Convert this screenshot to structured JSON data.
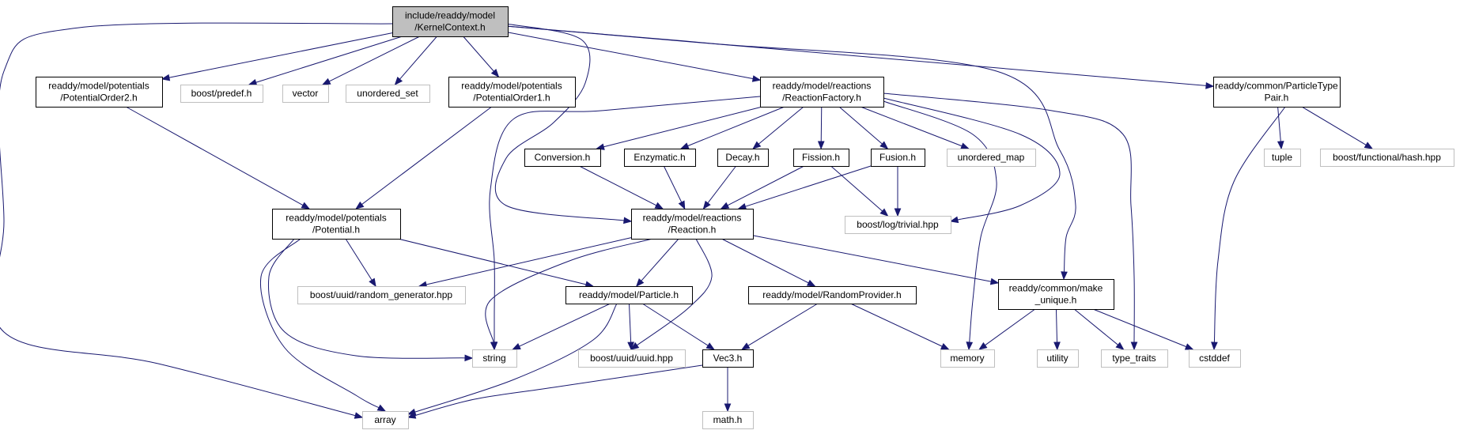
{
  "colors": {
    "edge": "#191970",
    "root_fill": "#bfbfbf",
    "internal_border": "#000000",
    "external_border": "#bfbfbf"
  },
  "nodes": [
    {
      "id": "kernelcontext",
      "kind": "root",
      "lines": [
        "include/readdy/model",
        "/KernelContext.h"
      ]
    },
    {
      "id": "potentialorder2",
      "kind": "internal",
      "lines": [
        "readdy/model/potentials",
        "/PotentialOrder2.h"
      ]
    },
    {
      "id": "boost-predef",
      "kind": "external",
      "lines": [
        "boost/predef.h"
      ]
    },
    {
      "id": "vector",
      "kind": "external",
      "lines": [
        "vector"
      ]
    },
    {
      "id": "unordered-set",
      "kind": "external",
      "lines": [
        "unordered_set"
      ]
    },
    {
      "id": "potentialorder1",
      "kind": "internal",
      "lines": [
        "readdy/model/potentials",
        "/PotentialOrder1.h"
      ]
    },
    {
      "id": "reactionfactory",
      "kind": "internal",
      "lines": [
        "readdy/model/reactions",
        "/ReactionFactory.h"
      ]
    },
    {
      "id": "particletypepair",
      "kind": "internal",
      "lines": [
        "readdy/common/ParticleType",
        "Pair.h"
      ]
    },
    {
      "id": "conversion",
      "kind": "internal",
      "lines": [
        "Conversion.h"
      ]
    },
    {
      "id": "enzymatic",
      "kind": "internal",
      "lines": [
        "Enzymatic.h"
      ]
    },
    {
      "id": "decay",
      "kind": "internal",
      "lines": [
        "Decay.h"
      ]
    },
    {
      "id": "fission",
      "kind": "internal",
      "lines": [
        "Fission.h"
      ]
    },
    {
      "id": "fusion",
      "kind": "internal",
      "lines": [
        "Fusion.h"
      ]
    },
    {
      "id": "unordered-map",
      "kind": "external",
      "lines": [
        "unordered_map"
      ]
    },
    {
      "id": "tuple",
      "kind": "external",
      "lines": [
        "tuple"
      ]
    },
    {
      "id": "boost-hash",
      "kind": "external",
      "lines": [
        "boost/functional/hash.hpp"
      ]
    },
    {
      "id": "potential",
      "kind": "internal",
      "lines": [
        "readdy/model/potentials",
        "/Potential.h"
      ]
    },
    {
      "id": "reaction",
      "kind": "internal",
      "lines": [
        "readdy/model/reactions",
        "/Reaction.h"
      ]
    },
    {
      "id": "boost-log-trivial",
      "kind": "external",
      "lines": [
        "boost/log/trivial.hpp"
      ]
    },
    {
      "id": "boost-uuid-random",
      "kind": "external",
      "lines": [
        "boost/uuid/random_generator.hpp"
      ]
    },
    {
      "id": "particle",
      "kind": "internal",
      "lines": [
        "readdy/model/Particle.h"
      ]
    },
    {
      "id": "randomprovider",
      "kind": "internal",
      "lines": [
        "readdy/model/RandomProvider.h"
      ]
    },
    {
      "id": "make-unique",
      "kind": "internal",
      "lines": [
        "readdy/common/make",
        "_unique.h"
      ]
    },
    {
      "id": "string",
      "kind": "external",
      "lines": [
        "string"
      ]
    },
    {
      "id": "boost-uuid",
      "kind": "external",
      "lines": [
        "boost/uuid/uuid.hpp"
      ]
    },
    {
      "id": "vec3",
      "kind": "internal",
      "lines": [
        "Vec3.h"
      ]
    },
    {
      "id": "memory",
      "kind": "external",
      "lines": [
        "memory"
      ]
    },
    {
      "id": "utility",
      "kind": "external",
      "lines": [
        "utility"
      ]
    },
    {
      "id": "type-traits",
      "kind": "external",
      "lines": [
        "type_traits"
      ]
    },
    {
      "id": "cstddef",
      "kind": "external",
      "lines": [
        "cstddef"
      ]
    },
    {
      "id": "array",
      "kind": "external",
      "lines": [
        "array"
      ]
    },
    {
      "id": "math",
      "kind": "external",
      "lines": [
        "math.h"
      ]
    }
  ],
  "edges": [
    [
      "kernelcontext",
      "array"
    ],
    [
      "kernelcontext",
      "potentialorder2"
    ],
    [
      "kernelcontext",
      "boost-predef"
    ],
    [
      "kernelcontext",
      "vector"
    ],
    [
      "kernelcontext",
      "unordered-set"
    ],
    [
      "kernelcontext",
      "potentialorder1"
    ],
    [
      "kernelcontext",
      "reactionfactory"
    ],
    [
      "kernelcontext",
      "particletypepair"
    ],
    [
      "kernelcontext",
      "reaction"
    ],
    [
      "kernelcontext",
      "make-unique"
    ],
    [
      "potentialorder2",
      "potential"
    ],
    [
      "potentialorder1",
      "potential"
    ],
    [
      "reactionfactory",
      "conversion"
    ],
    [
      "reactionfactory",
      "enzymatic"
    ],
    [
      "reactionfactory",
      "decay"
    ],
    [
      "reactionfactory",
      "fission"
    ],
    [
      "reactionfactory",
      "fusion"
    ],
    [
      "reactionfactory",
      "unordered-map"
    ],
    [
      "reactionfactory",
      "string"
    ],
    [
      "reactionfactory",
      "boost-log-trivial"
    ],
    [
      "reactionfactory",
      "memory"
    ],
    [
      "reactionfactory",
      "type-traits"
    ],
    [
      "particletypepair",
      "tuple"
    ],
    [
      "particletypepair",
      "boost-hash"
    ],
    [
      "particletypepair",
      "cstddef"
    ],
    [
      "conversion",
      "reaction"
    ],
    [
      "enzymatic",
      "reaction"
    ],
    [
      "decay",
      "reaction"
    ],
    [
      "fission",
      "reaction"
    ],
    [
      "fission",
      "boost-log-trivial"
    ],
    [
      "fusion",
      "reaction"
    ],
    [
      "fusion",
      "boost-log-trivial"
    ],
    [
      "potential",
      "boost-uuid-random"
    ],
    [
      "potential",
      "particle"
    ],
    [
      "potential",
      "string"
    ],
    [
      "potential",
      "array"
    ],
    [
      "reaction",
      "boost-uuid-random"
    ],
    [
      "reaction",
      "particle"
    ],
    [
      "reaction",
      "randomprovider"
    ],
    [
      "reaction",
      "make-unique"
    ],
    [
      "reaction",
      "string"
    ],
    [
      "reaction",
      "boost-uuid"
    ],
    [
      "particle",
      "string"
    ],
    [
      "particle",
      "boost-uuid"
    ],
    [
      "particle",
      "vec3"
    ],
    [
      "particle",
      "array"
    ],
    [
      "randomprovider",
      "vec3"
    ],
    [
      "randomprovider",
      "memory"
    ],
    [
      "make-unique",
      "memory"
    ],
    [
      "make-unique",
      "utility"
    ],
    [
      "make-unique",
      "type-traits"
    ],
    [
      "make-unique",
      "cstddef"
    ],
    [
      "vec3",
      "array"
    ],
    [
      "vec3",
      "math"
    ]
  ]
}
